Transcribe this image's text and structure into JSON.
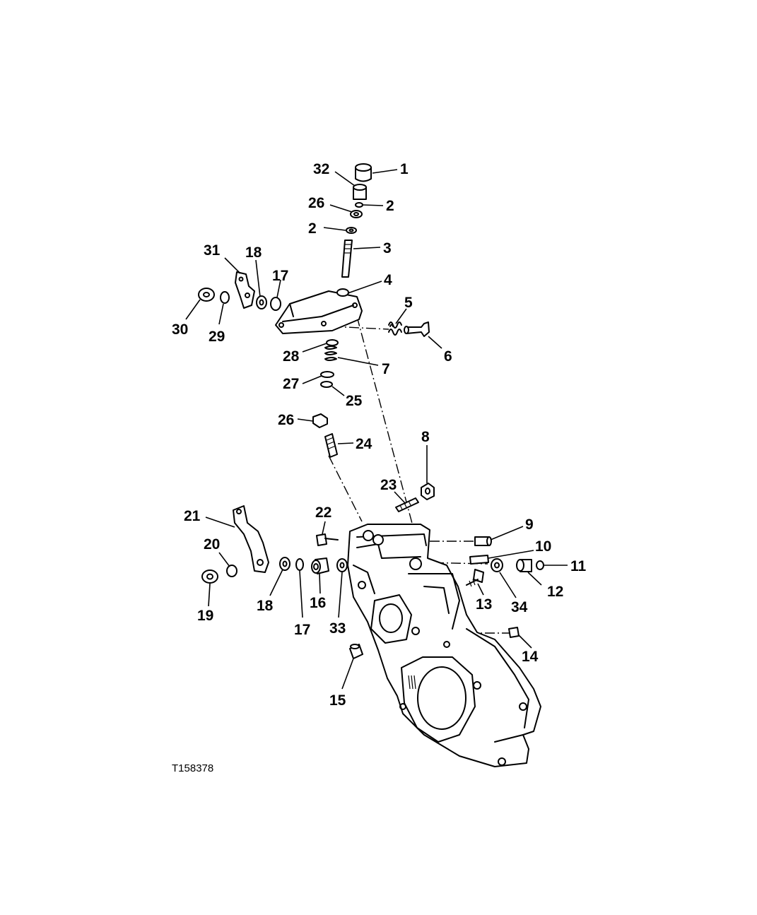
{
  "figure_id": "T158378",
  "callouts": [
    "32",
    "1",
    "26",
    "2",
    "2",
    "3",
    "31",
    "18",
    "17",
    "4",
    "5",
    "30",
    "29",
    "6",
    "28",
    "7",
    "27",
    "25",
    "26",
    "24",
    "8",
    "23",
    "22",
    "9",
    "21",
    "10",
    "20",
    "11",
    "18",
    "17",
    "16",
    "33",
    "34",
    "12",
    "13",
    "19",
    "14",
    "15"
  ]
}
